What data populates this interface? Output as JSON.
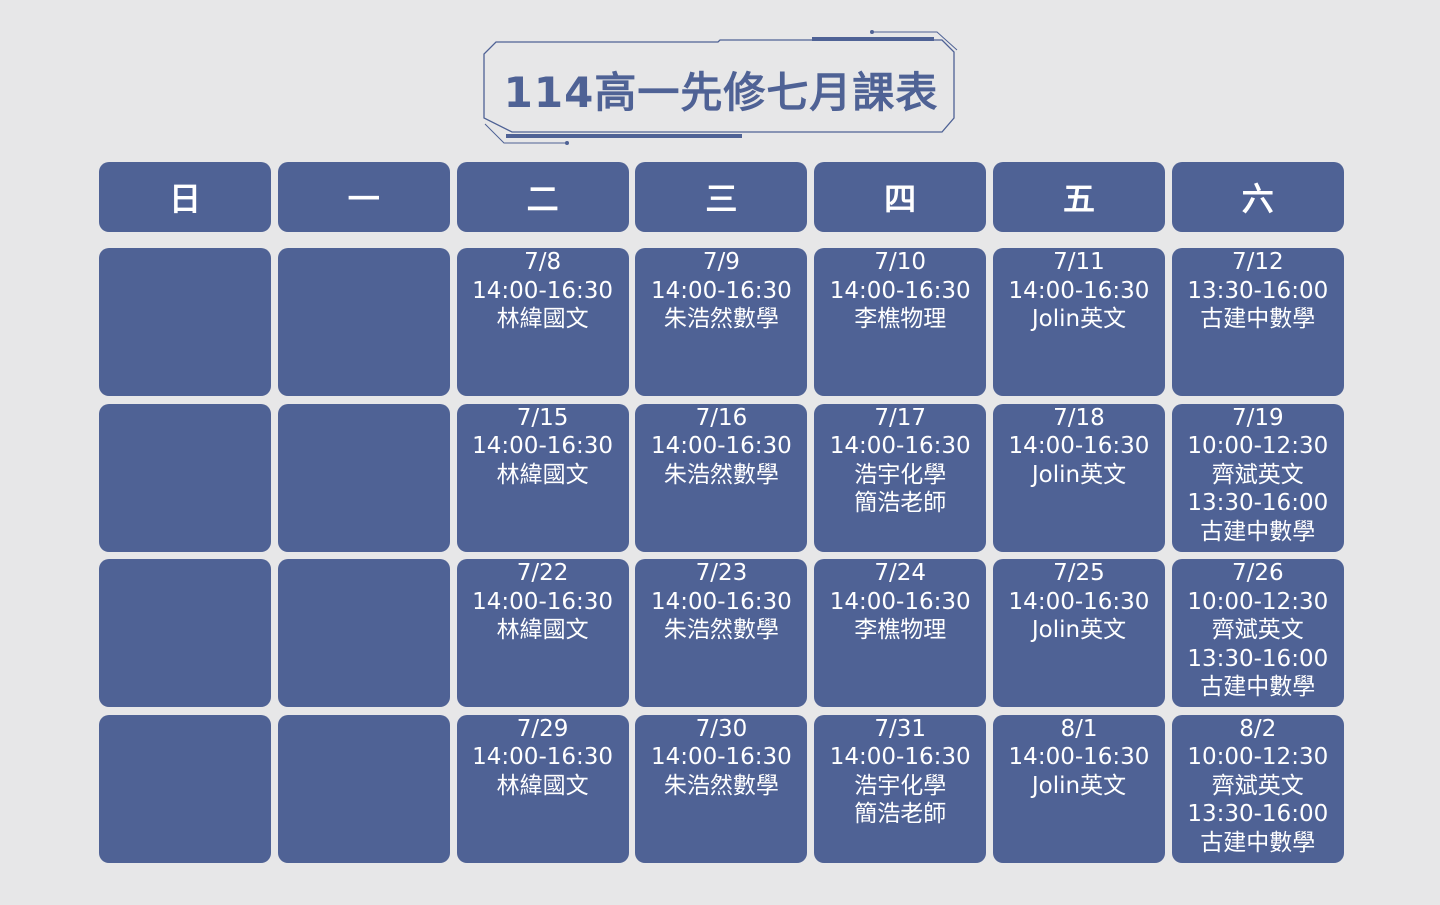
{
  "title": "114高一先修七月課表",
  "colors": {
    "background": "#e7e7e8",
    "cell": "#4f6295",
    "text": "#ffffff"
  },
  "weekdays": [
    "日",
    "一",
    "二",
    "三",
    "四",
    "五",
    "六"
  ],
  "weeks": [
    [
      [],
      [],
      [
        "7/8",
        "14:00-16:30",
        "林緯國文"
      ],
      [
        "7/9",
        "14:00-16:30",
        "朱浩然數學"
      ],
      [
        "7/10",
        "14:00-16:30",
        "李樵物理"
      ],
      [
        "7/11",
        "14:00-16:30",
        "Jolin英文"
      ],
      [
        "7/12",
        "13:30-16:00",
        "古建中數學"
      ]
    ],
    [
      [],
      [],
      [
        "7/15",
        "14:00-16:30",
        "林緯國文"
      ],
      [
        "7/16",
        "14:00-16:30",
        "朱浩然數學"
      ],
      [
        "7/17",
        "14:00-16:30",
        "浩宇化學",
        "簡浩老師"
      ],
      [
        "7/18",
        "14:00-16:30",
        "Jolin英文"
      ],
      [
        "7/19",
        "10:00-12:30",
        "齊斌英文",
        "13:30-16:00",
        "古建中數學"
      ]
    ],
    [
      [],
      [],
      [
        "7/22",
        "14:00-16:30",
        "林緯國文"
      ],
      [
        "7/23",
        "14:00-16:30",
        "朱浩然數學"
      ],
      [
        "7/24",
        "14:00-16:30",
        "李樵物理"
      ],
      [
        "7/25",
        "14:00-16:30",
        "Jolin英文"
      ],
      [
        "7/26",
        "10:00-12:30",
        "齊斌英文",
        "13:30-16:00",
        "古建中數學"
      ]
    ],
    [
      [],
      [],
      [
        "7/29",
        "14:00-16:30",
        "林緯國文"
      ],
      [
        "7/30",
        "14:00-16:30",
        "朱浩然數學"
      ],
      [
        "7/31",
        "14:00-16:30",
        "浩宇化學",
        "簡浩老師"
      ],
      [
        "8/1",
        "14:00-16:30",
        "Jolin英文"
      ],
      [
        "8/2",
        "10:00-12:30",
        "齊斌英文",
        "13:30-16:00",
        "古建中數學"
      ]
    ]
  ]
}
